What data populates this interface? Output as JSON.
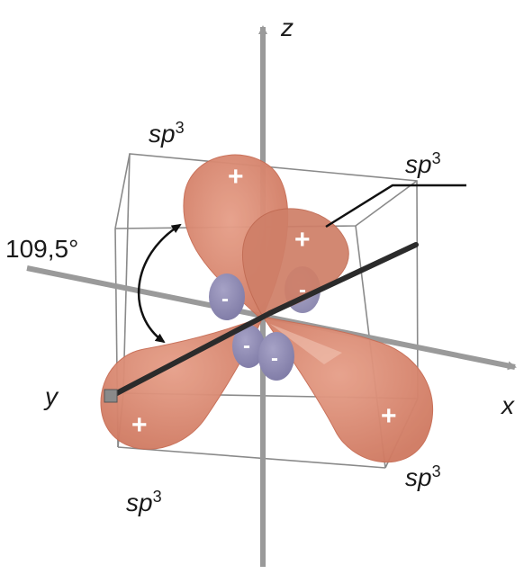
{
  "axes": {
    "z": "z",
    "x": "x",
    "y": "y"
  },
  "angle_label": "109,5°",
  "orbital_labels": {
    "top_left": {
      "base": "sp",
      "exp": "3"
    },
    "top_right": {
      "base": "sp",
      "exp": "3"
    },
    "bottom_left": {
      "base": "sp",
      "exp": "3"
    },
    "bottom_right": {
      "base": "sp",
      "exp": "3"
    }
  },
  "signs": {
    "lobe_top": "+",
    "lobe_back": "+",
    "lobe_left": "+",
    "lobe_right": "+",
    "small_left": "-",
    "small_back": "-",
    "small_bottom_a": "-",
    "small_bottom_b": "-"
  },
  "colors": {
    "lobe_fill": "#d9826a",
    "lobe_edge": "#c66a52",
    "small_lobe": "#8b87b0",
    "axis": "#9a9a9a",
    "cube": "#7d7d7d",
    "bond": "#2c2c2c"
  }
}
